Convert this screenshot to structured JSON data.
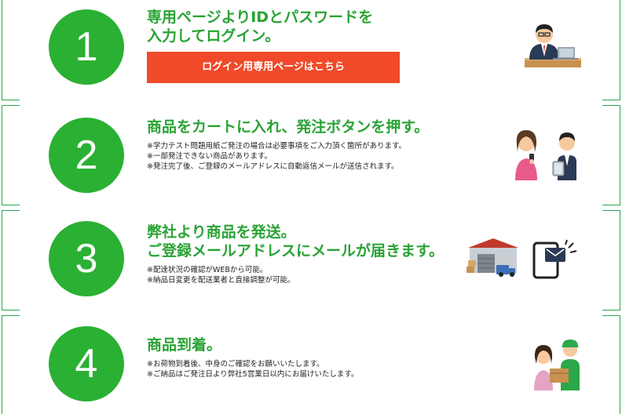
{
  "steps": [
    {
      "number": "1",
      "title_lines": [
        "専用ページよりIDとパスワードを",
        "入力してログイン。"
      ],
      "button_label": "ログイン用専用ページはこちら",
      "notes": [],
      "illustration": "person-at-laptop-icon"
    },
    {
      "number": "2",
      "title_lines": [
        "商品をカートに入れ、発注ボタンを押す。"
      ],
      "notes": [
        "※学力テスト問題用紙ご発注の場合は必要事項をご入力頂く箇所があります。",
        "※一部発注できない商品があります。",
        "※発注完了後、ご登録のメールアドレスに自動返信メールが送信されます。"
      ],
      "illustration": "people-with-devices-icon"
    },
    {
      "number": "3",
      "title_lines": [
        "弊社より商品を発送。",
        "ご登録メールアドレスにメールが届きます。"
      ],
      "notes": [
        "※配達状況の確認がWEBから可能。",
        "※納品日変更を配送業者と直接調整が可能。"
      ],
      "illustration": "warehouse-and-phone-mail-icon"
    },
    {
      "number": "4",
      "title_lines": [
        "商品到着。"
      ],
      "notes": [
        "※お荷物到着後、中身のご確認をお願いいたします。",
        "※ご納品はご発注日より弊社5営業日以内にお届けいたします。"
      ],
      "illustration": "delivery-handover-icon"
    }
  ],
  "colors": {
    "accent_green": "#2ab033",
    "title_green": "#2aa335",
    "button_red": "#f04a2a"
  }
}
